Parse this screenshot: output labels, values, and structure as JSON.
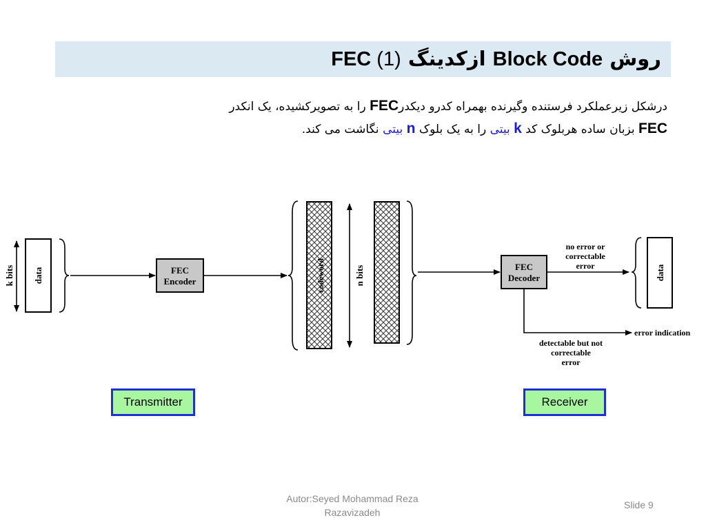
{
  "slide": {
    "title_part1": "روش ",
    "title_en": "Block Code",
    "title_part2": " ازکدینگ ",
    "title_fec": "FEC",
    "title_part3": " (1)"
  },
  "body": {
    "l1_a": "درشکل زیرعملکرد فرستنده وگیرنده بهمراه کدرو دیکدر",
    "l1_fec": "FEC",
    "l1_b": " را به تصویرکشیده، یک انکدر",
    "l2_fec": "FEC",
    "l2_a": " بزبان ساده هربلوک کد ",
    "l2_k": "k",
    "l2_bits1": " بیتی",
    "l2_b": " را به یک بلوک ",
    "l2_n": "n",
    "l2_bits2": " بیتی",
    "l2_c": " نگاشت می کند."
  },
  "diagram": {
    "k_bits_label": "k bits",
    "data_left": "data",
    "fec_encoder_line1": "FEC",
    "fec_encoder_line2": "Encoder",
    "codeword_label": "codeword",
    "n_bits_label": "n bits",
    "fec_decoder_line1": "FEC",
    "fec_decoder_line2": "Decoder",
    "no_error_line1": "no error or",
    "no_error_line2": "correctable",
    "no_error_line3": "error",
    "data_right": "data",
    "error_indication": "error indication",
    "detectable_line1": "detectable but not",
    "detectable_line2": "correctable",
    "detectable_line3": "error",
    "colors": {
      "block_fill": "#c8c8c8",
      "hatch": "#333333",
      "role_box_fill": "#a8f7a0",
      "role_box_border": "#1f2fd6"
    }
  },
  "labels": {
    "transmitter": "Transmitter",
    "receiver": "Receiver"
  },
  "footer": {
    "author": "Autor:Seyed Mohammad Reza Razavizadeh",
    "slide": "Slide 9"
  }
}
